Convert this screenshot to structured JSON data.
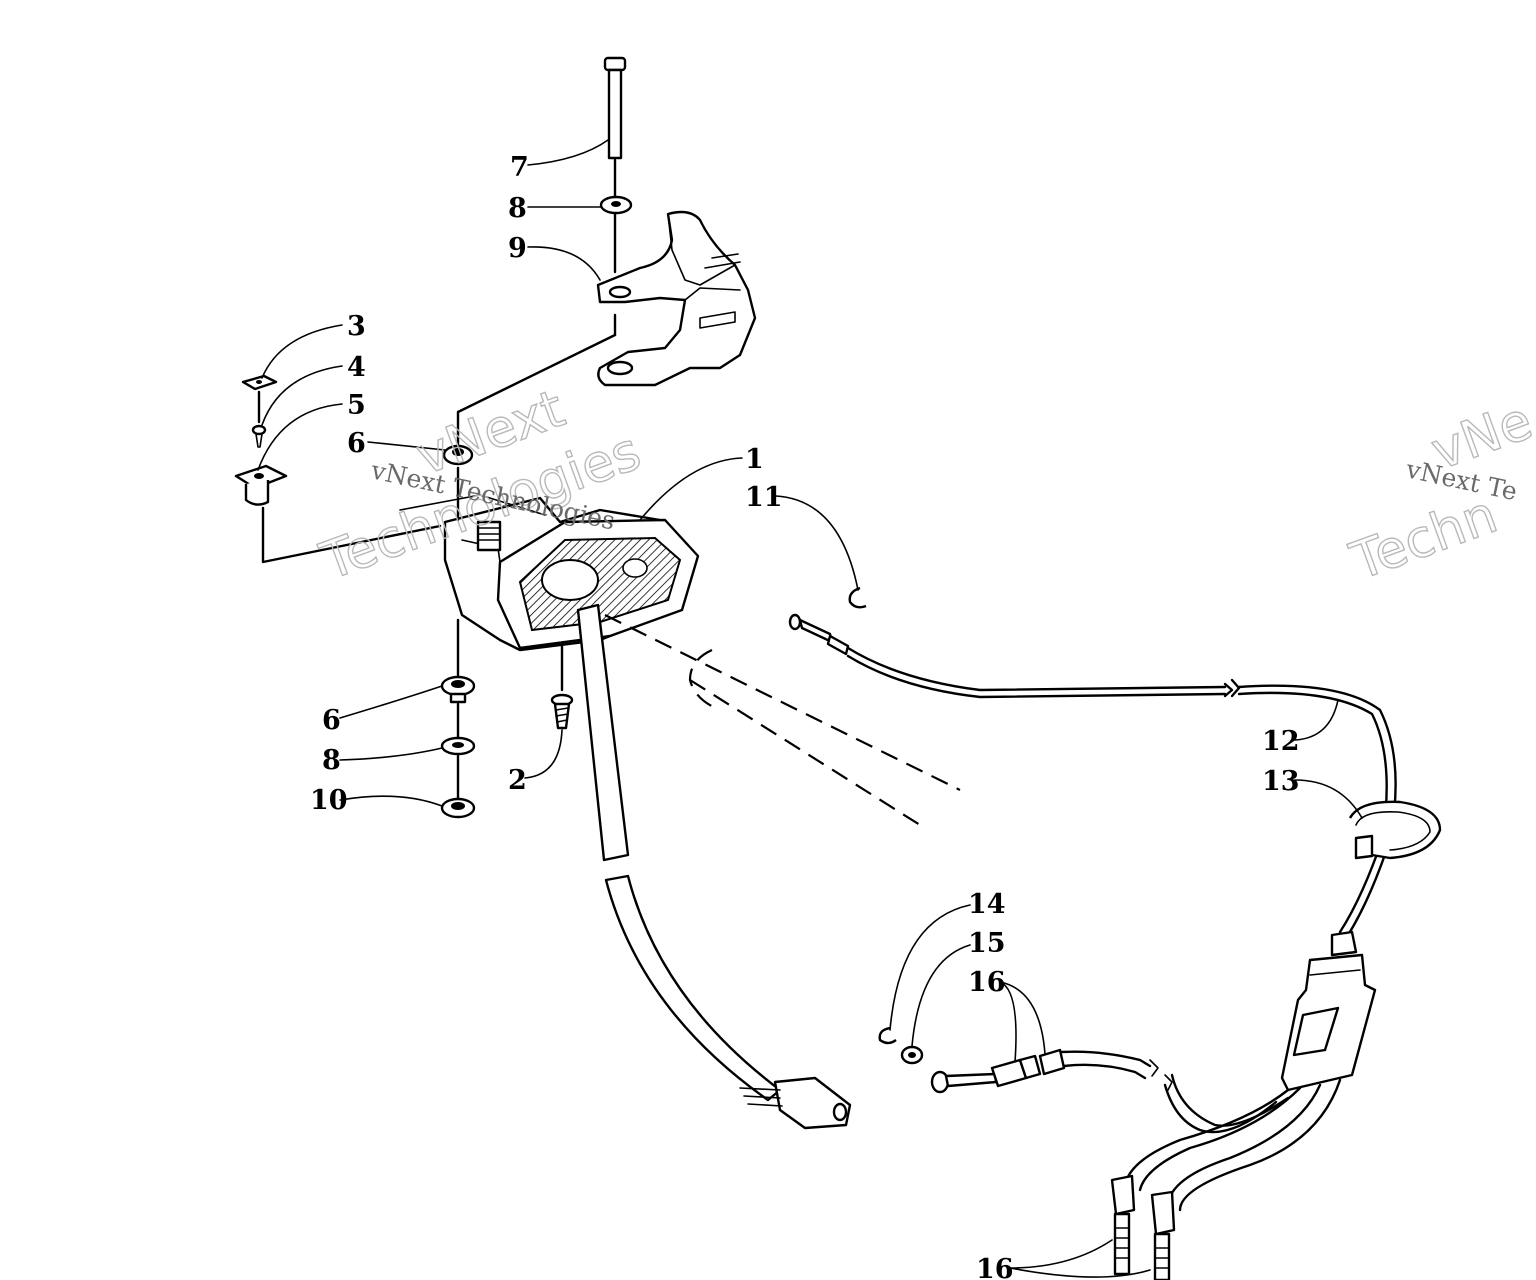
{
  "diagram": {
    "callouts": {
      "c1": "1",
      "c2": "2",
      "c3": "3",
      "c4": "4",
      "c5": "5",
      "c6a": "6",
      "c6b": "6",
      "c7": "7",
      "c8a": "8",
      "c8b": "8",
      "c9": "9",
      "c10": "10",
      "c11": "11",
      "c12": "12",
      "c13": "13",
      "c14": "14",
      "c15": "15",
      "c16a": "16",
      "c16b": "16"
    },
    "watermarks": {
      "w1_line1": "vNext",
      "w1_line2": "Technologies",
      "w1_small": "vNext Technologies",
      "w2_line1": "vNe",
      "w2_line2": "Techn",
      "w2_small": "vNext Te"
    }
  }
}
